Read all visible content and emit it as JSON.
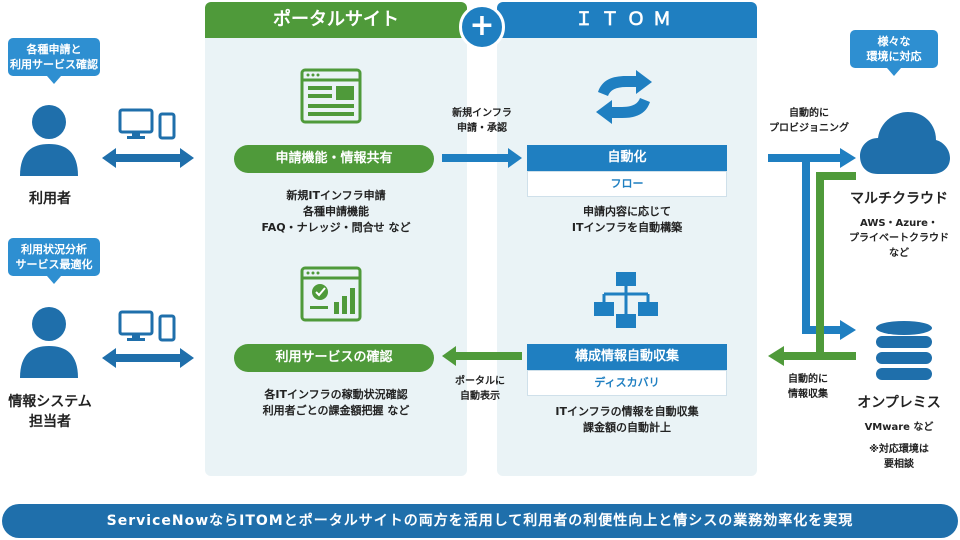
{
  "header": {
    "portal": "ポータルサイト",
    "itom": "ＩＴＯＭ",
    "plus": "+"
  },
  "left": {
    "callout_top_l1": "各種申請と",
    "callout_top_l2": "利用サービス確認",
    "user_label": "利用者",
    "callout_bottom_l1": "利用状況分析",
    "callout_bottom_l2": "サービス最適化",
    "admin_label_l1": "情報システム",
    "admin_label_l2": "担当者"
  },
  "portal": {
    "top_title": "申請機能・情報共有",
    "top_desc_l1": "新規ITインフラ申請",
    "top_desc_l2": "各種申請機能",
    "top_desc_l3": "FAQ・ナレッジ・問合せ など",
    "bottom_title": "利用サービスの確認",
    "bottom_desc_l1": "各ITインフラの稼動状況確認",
    "bottom_desc_l2": "利用者ごとの課金額把握 など"
  },
  "middle_arrows": {
    "top_l1": "新規インフラ",
    "top_l2": "申請・承認",
    "bottom_l1": "ポータルに",
    "bottom_l2": "自動表示"
  },
  "itom": {
    "top_title": "自動化",
    "top_sub": "フロー",
    "top_desc_l1": "申請内容に応じて",
    "top_desc_l2": "ITインフラを自動構築",
    "bottom_title": "構成情報自動収集",
    "bottom_sub": "ディスカバリ",
    "bottom_desc_l1": "ITインフラの情報を自動収集",
    "bottom_desc_l2": "課金額の自動計上"
  },
  "right": {
    "callout_l1": "様々な",
    "callout_l2": "環境に対応",
    "top_arrow_l1": "自動的に",
    "top_arrow_l2": "プロビジョニング",
    "cloud_title": "マルチクラウド",
    "cloud_desc_l1": "AWS・Azure・",
    "cloud_desc_l2": "プライベートクラウド",
    "cloud_desc_l3": "など",
    "bottom_arrow_l1": "自動的に",
    "bottom_arrow_l2": "情報収集",
    "onprem_title": "オンプレミス",
    "onprem_desc": "VMware など",
    "note_l1": "※対応環境は",
    "note_l2": "要相談"
  },
  "footer": "ServiceNowならITOMとポータルサイトの両方を活用して利用者の利便性向上と情シスの業務効率化を実現",
  "colors": {
    "green": "#4f9a3a",
    "blue": "#1f7fc1",
    "panel": "#eaf3f6",
    "footer": "#1f6fab"
  }
}
